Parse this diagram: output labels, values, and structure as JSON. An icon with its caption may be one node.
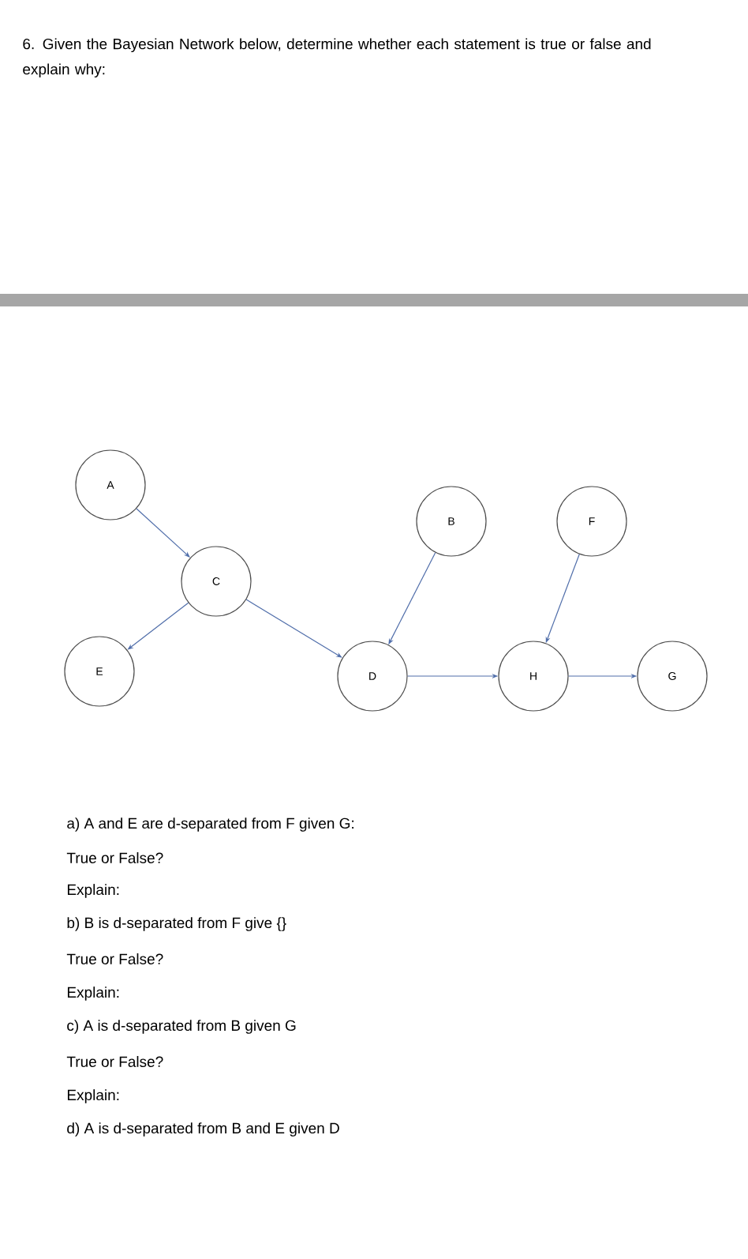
{
  "diagram": {
    "title": "6. Given the Bayesian Network below, determine whether each statement is true or false and explain why:",
    "nodes": [
      {
        "text": [
          "A"
        ]
      },
      {
        "text": [
          "B"
        ]
      },
      {
        "text": [
          "F"
        ]
      },
      {
        "text": [
          "C"
        ]
      },
      {
        "text": [
          "E"
        ]
      },
      {
        "text": [
          "D"
        ]
      },
      {
        "text": [
          "H"
        ]
      },
      {
        "text": [
          "G"
        ]
      }
    ],
    "edges": [
      {
        "from": 0,
        "to": 3,
        "arrow": "to"
      },
      {
        "from": 3,
        "to": 4,
        "arrow": "to"
      },
      {
        "from": 3,
        "to": 5,
        "arrow": "to"
      },
      {
        "from": 1,
        "to": 5,
        "arrow": "to"
      },
      {
        "from": 5,
        "to": 6,
        "arrow": "to"
      },
      {
        "from": 2,
        "to": 6,
        "arrow": "to"
      },
      {
        "from": 6,
        "to": 7,
        "arrow": "to"
      }
    ],
    "labels": [
      "a) A and E are d-separated from F given G:",
      "True or False?",
      "Explain:",
      "b) B is d-separated from F give {}",
      "True or False?",
      "Explain:",
      "c) A is d-separated from B given G",
      "True or False?",
      "Explain:",
      "d) A is d-separated from B and E given D"
    ]
  }
}
